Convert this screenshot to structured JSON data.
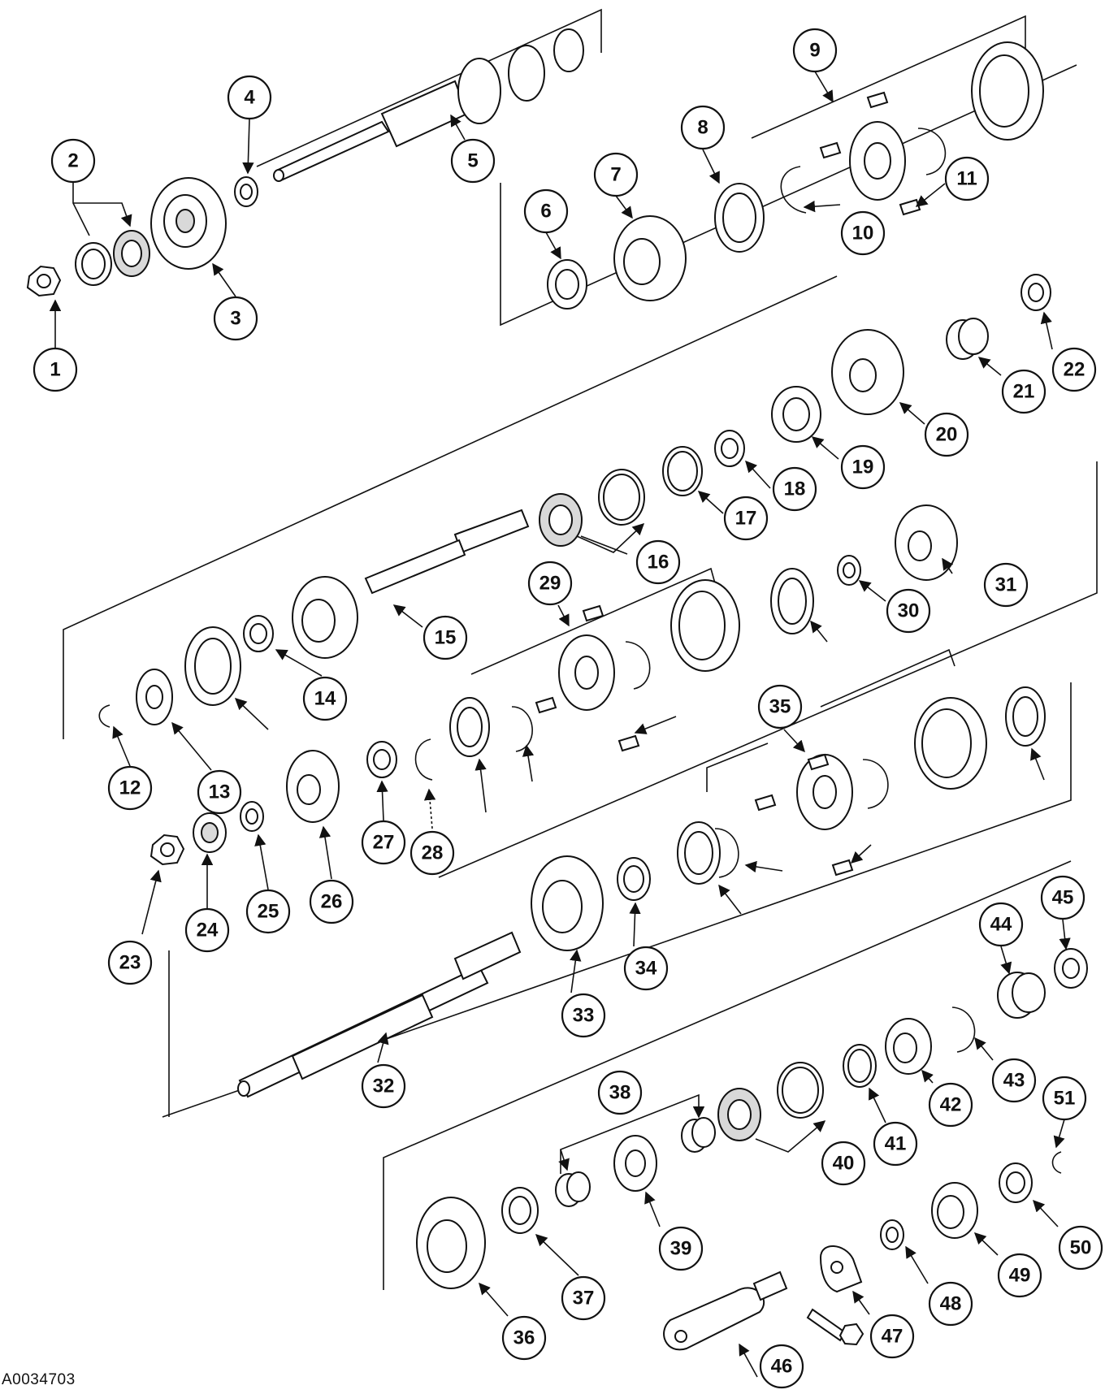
{
  "figure_id": "A0034703",
  "callouts": [
    "1",
    "2",
    "3",
    "4",
    "5",
    "6",
    "7",
    "8",
    "9",
    "10",
    "11",
    "12",
    "13",
    "14",
    "15",
    "16",
    "17",
    "18",
    "19",
    "20",
    "21",
    "22",
    "23",
    "24",
    "25",
    "26",
    "27",
    "28",
    "29",
    "30",
    "31",
    "32",
    "33",
    "34",
    "35",
    "36",
    "37",
    "38",
    "39",
    "40",
    "41",
    "42",
    "43",
    "44",
    "45",
    "46",
    "47",
    "48",
    "49",
    "50",
    "51"
  ]
}
